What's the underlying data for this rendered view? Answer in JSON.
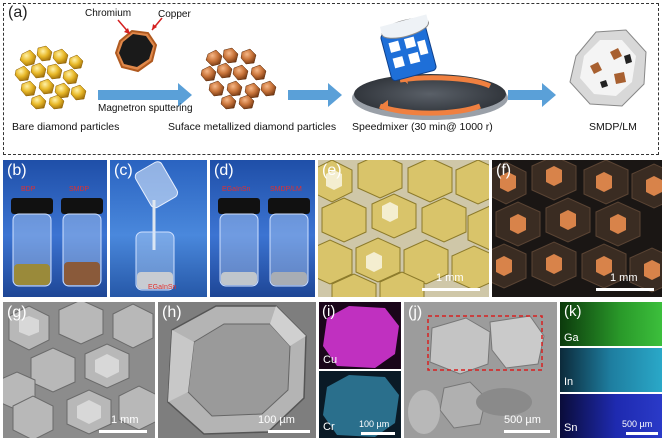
{
  "panel_a": {
    "label": "(a)",
    "captions": {
      "bare": "Bare diamond particles",
      "metallized": "Suface metallized diamond particles",
      "speedmixer": "Speedmixer (30 min@ 1000 r)",
      "sample": "SMDP/LM"
    },
    "process_label": "Magnetron sputtering",
    "layer_labels": {
      "chromium": "Chromium",
      "copper": "Copper"
    }
  },
  "panel_b": {
    "label": "(b)",
    "vial_labels": [
      "BDP",
      "SMDP"
    ]
  },
  "panel_c": {
    "label": "(c)",
    "vial_label": "EGaInSn"
  },
  "panel_d": {
    "label": "(d)",
    "vial_labels": [
      "EGaInSn",
      "SMDP/LM"
    ]
  },
  "panel_e": {
    "label": "(e)",
    "scale": "1 mm"
  },
  "panel_f": {
    "label": "(f)",
    "scale": "1 mm"
  },
  "panel_g": {
    "label": "(g)",
    "scale": "1 mm"
  },
  "panel_h": {
    "label": "(h)",
    "scale": "100 µm"
  },
  "panel_i": {
    "label": "(i)",
    "maps": [
      "Cu",
      "Cr"
    ],
    "scale": "100 µm"
  },
  "panel_j": {
    "label": "(j)",
    "scale": "500 µm"
  },
  "panel_k": {
    "label": "(k)",
    "maps": [
      "Ga",
      "In",
      "Sn"
    ],
    "scale": "500 µm"
  },
  "colors": {
    "arrow": "#5aa0d8",
    "diamond_gold": "#d9a92a",
    "copper": "#c9743a",
    "cu_map": "#c030c0",
    "cr_map": "#3fa0c8",
    "ga_map": "#3cbf3c",
    "in_map": "#2aa8c8",
    "sn_map": "#2a3ac8"
  }
}
